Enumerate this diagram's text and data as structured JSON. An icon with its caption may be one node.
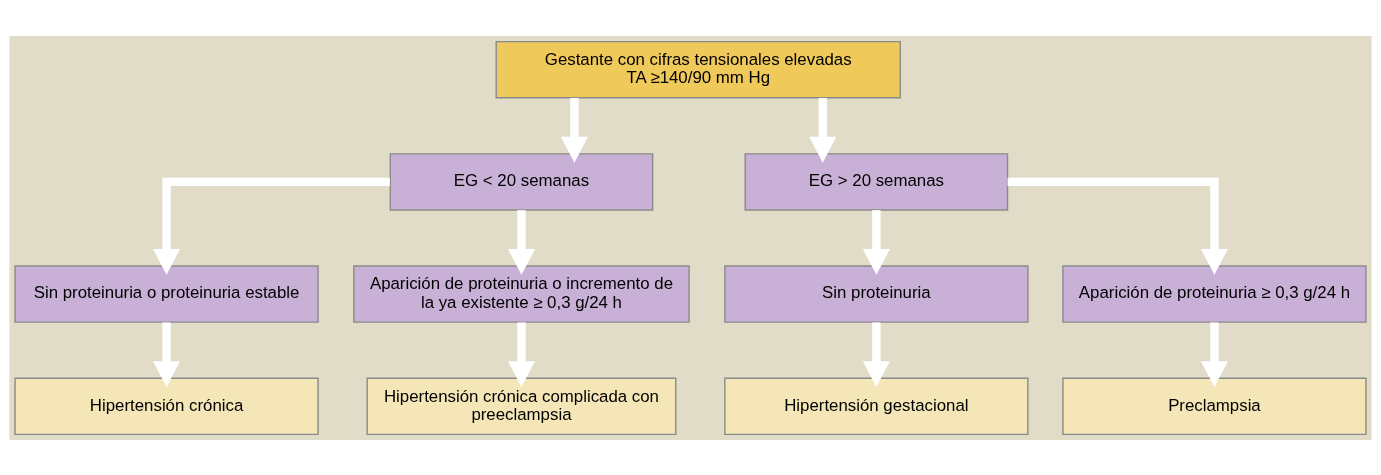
{
  "diagram": {
    "nodes": [
      {
        "text": [
          "Gestante con cifras tensionales elevadas TA ≥140/90 mm Hg"
        ]
      },
      {
        "text": [
          "EG < 20 semanas"
        ]
      },
      {
        "text": [
          "EG > 20 semanas"
        ]
      },
      {
        "text": [
          "Sin proteinuria o proteinuria estable"
        ]
      },
      {
        "text": [
          "Aparición de proteinuria o incremento de la ya existente ≥ 0,3 g/24 h"
        ]
      },
      {
        "text": [
          "Sin proteinuria"
        ]
      },
      {
        "text": [
          "Aparición de proteinuria ≥ 0,3 g/24 h"
        ]
      },
      {
        "text": [
          "Hipertensión crónica"
        ]
      },
      {
        "text": [
          "Hipertensión crónica complicada con preeclampsia"
        ]
      },
      {
        "text": [
          "Hipertensión gestacional"
        ]
      },
      {
        "text": [
          "Preclampsia"
        ]
      }
    ],
    "edges": [
      {
        "from": 0,
        "to": 1,
        "arrow": "to"
      },
      {
        "from": 0,
        "to": 2,
        "arrow": "to"
      },
      {
        "from": 1,
        "to": 3,
        "arrow": "to"
      },
      {
        "from": 1,
        "to": 4,
        "arrow": "to"
      },
      {
        "from": 2,
        "to": 5,
        "arrow": "to"
      },
      {
        "from": 2,
        "to": 6,
        "arrow": "to"
      },
      {
        "from": 3,
        "to": 7,
        "arrow": "to"
      },
      {
        "from": 4,
        "to": 8,
        "arrow": "to"
      },
      {
        "from": 5,
        "to": 9,
        "arrow": "to"
      },
      {
        "from": 6,
        "to": 10,
        "arrow": "to"
      }
    ]
  }
}
